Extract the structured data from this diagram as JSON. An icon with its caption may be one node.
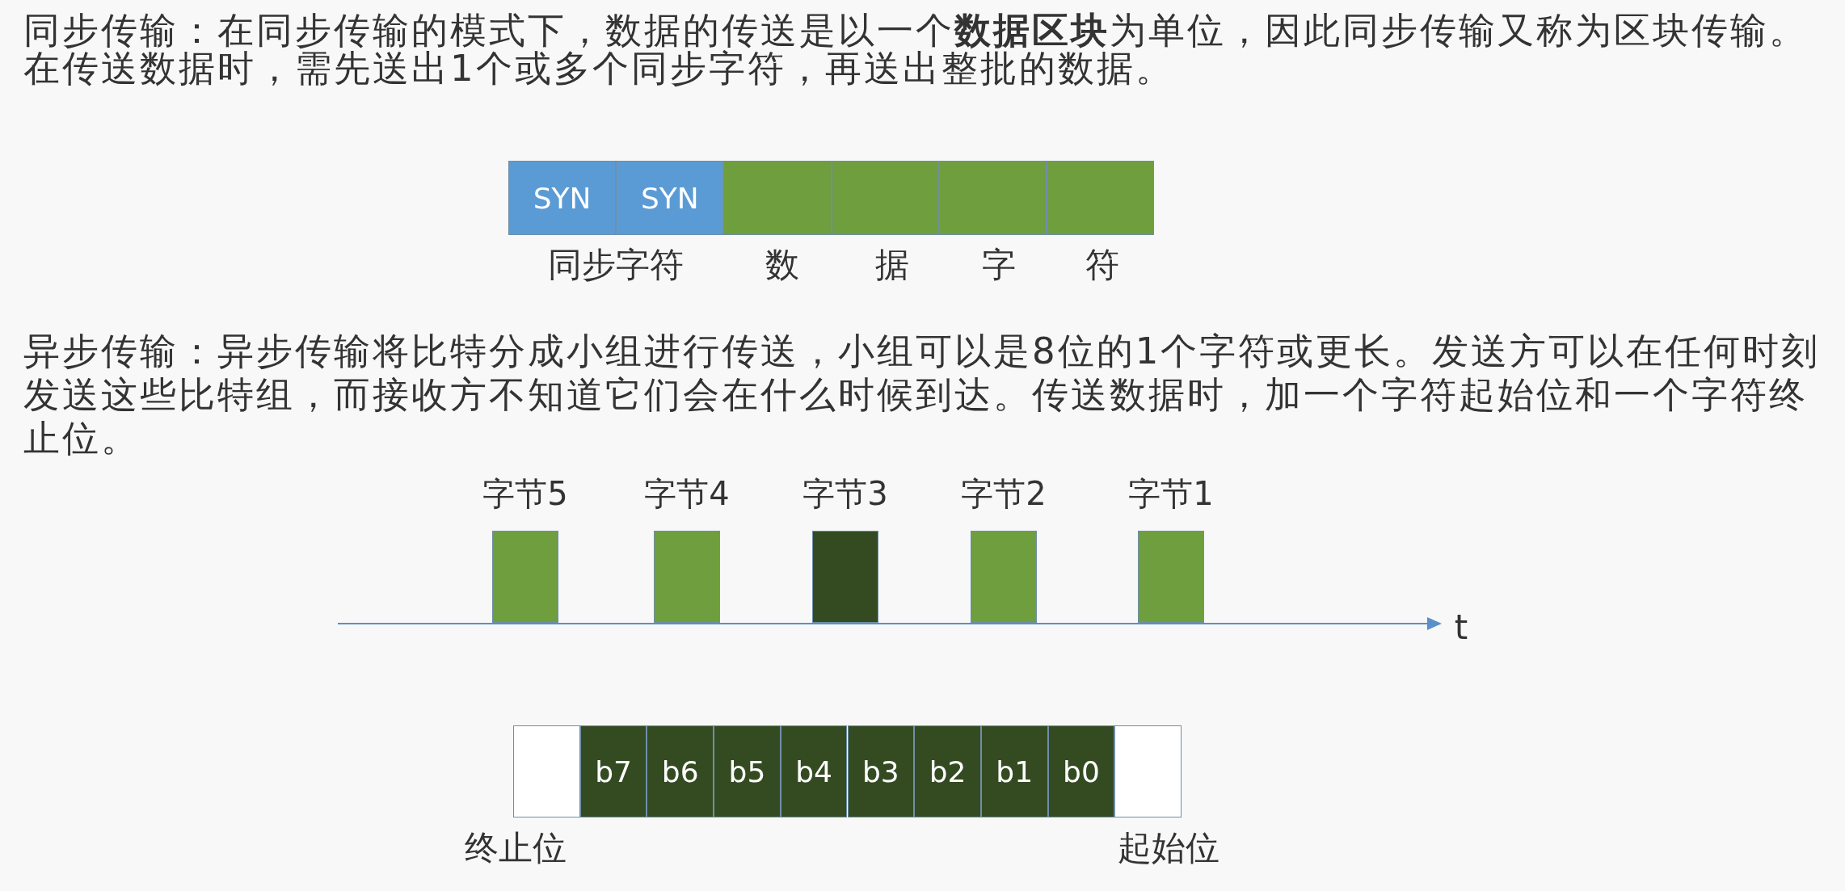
{
  "diagram": {
    "nodes": [
      {
        "text": [
          "SYN"
        ]
      },
      {
        "text": [
          "SYN"
        ]
      },
      {
        "text": [],
        "shape": "box"
      },
      {
        "text": [],
        "shape": "box"
      },
      {
        "text": [],
        "shape": "box"
      },
      {
        "text": [],
        "shape": "box"
      },
      {
        "text": [
          "字节5"
        ]
      },
      {
        "text": [
          "字节4"
        ]
      },
      {
        "text": [
          "字节3"
        ]
      },
      {
        "text": [
          "字节2"
        ]
      },
      {
        "text": [
          "字节1"
        ]
      },
      {
        "text": [],
        "shape": "box"
      },
      {
        "text": [
          "b7"
        ]
      },
      {
        "text": [
          "b6"
        ]
      },
      {
        "text": [
          "b5"
        ]
      },
      {
        "text": [
          "b4"
        ]
      },
      {
        "text": [
          "b3"
        ]
      },
      {
        "text": [
          "b2"
        ]
      },
      {
        "text": [
          "b1"
        ]
      },
      {
        "text": [
          "b0"
        ]
      },
      {
        "text": [],
        "shape": "box"
      }
    ],
    "edges": [],
    "labels": [
      "同步传输：在同步传输的模式下，数据的传送是以一个**数据区块**为单位，因此同步传输又称为区块传输。在传送数据时，需先送出1个或多个同步字符，再送出整批的数据。",
      "同步字符",
      "数",
      "据",
      "字",
      "符",
      "异步传输：异步传输将比特分成小组进行传送，小组可以是8位的1个字符或更长。发送方可以在任何时刻发送这些比特组，而接收方不知道它们会在什么时候到达。传送数据时，加一个字符起始位和一个字符终止位。",
      "t",
      "终止位",
      "起始位"
    ]
  }
}
